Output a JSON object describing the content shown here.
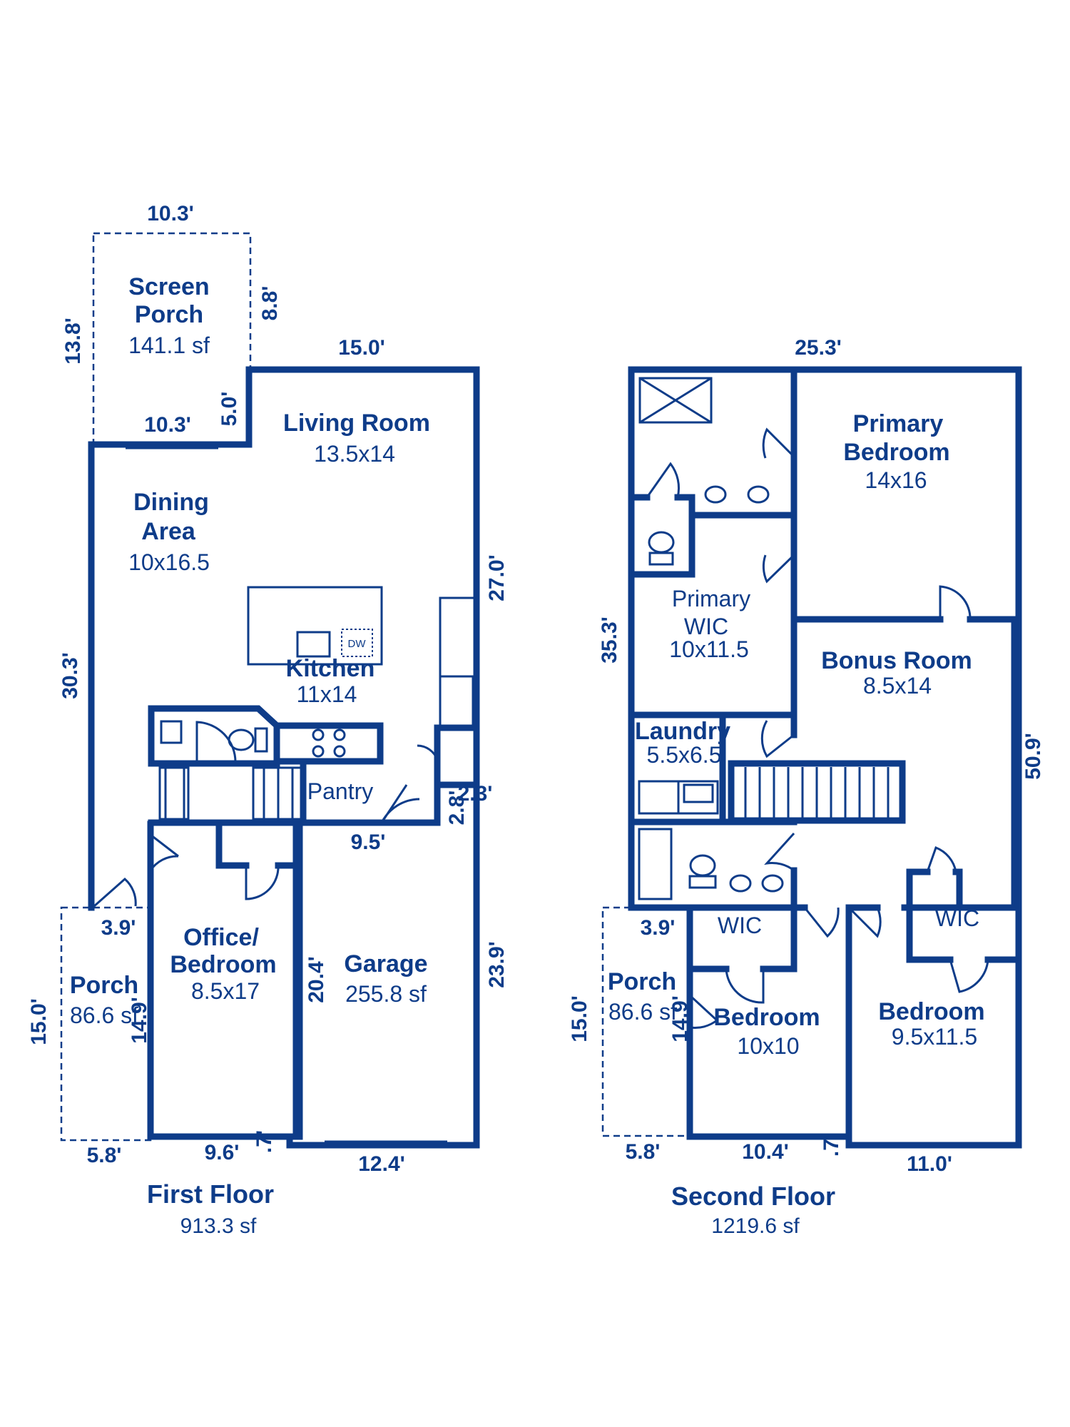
{
  "colors": {
    "plan_blue": "#0E3C89",
    "background": "#FFFFFF"
  },
  "first_floor": {
    "title": "First Floor",
    "area": "913.3 sf",
    "rooms": {
      "screen_porch": {
        "name1": "Screen",
        "name2": "Porch",
        "size": "141.1 sf"
      },
      "living_room": {
        "name": "Living Room",
        "size": "13.5x14"
      },
      "dining_area": {
        "name1": "Dining",
        "name2": "Area",
        "size": "10x16.5"
      },
      "kitchen": {
        "name": "Kitchen",
        "size": "11x14"
      },
      "pantry": {
        "name": "Pantry"
      },
      "office": {
        "name1": "Office/",
        "name2": "Bedroom",
        "size": "8.5x17"
      },
      "garage": {
        "name": "Garage",
        "size": "255.8 sf"
      },
      "porch": {
        "name": "Porch",
        "size": "86.6 sf"
      }
    },
    "appliance_dw": "DW",
    "dims": {
      "screen_top": "10.3'",
      "screen_side": "8.8'",
      "screen_left": "13.8'",
      "screen_bottom": "10.3'",
      "step": "5.0'",
      "top": "15.0'",
      "right_upper": "27.0'",
      "left": "30.3'",
      "pantry_bottom": "9.5'",
      "small_a": "2.8'",
      "small_b": "2.3'",
      "porch_top": "3.9'",
      "porch_side": "15.0'",
      "porch_inner": "14.9'",
      "porch_bottom": "5.8'",
      "office_bottom": "9.6'",
      "tiny": ".7'",
      "garage_side": "20.4'",
      "right_lower": "23.9'",
      "garage_bottom": "12.4'"
    }
  },
  "second_floor": {
    "title": "Second Floor",
    "area": "1219.6 sf",
    "rooms": {
      "primary_bedroom": {
        "name1": "Primary",
        "name2": "Bedroom",
        "size": "14x16"
      },
      "primary_wic": {
        "name1": "Primary",
        "name2": "WIC",
        "size": "10x11.5"
      },
      "bonus_room": {
        "name": "Bonus Room",
        "size": "8.5x14"
      },
      "laundry": {
        "name": "Laundry",
        "size": "5.5x6.5"
      },
      "wic_left": {
        "name": "WIC"
      },
      "wic_right": {
        "name": "WIC"
      },
      "bedroom_left": {
        "name": "Bedroom",
        "size": "10x10"
      },
      "bedroom_right": {
        "name": "Bedroom",
        "size": "9.5x11.5"
      },
      "porch": {
        "name": "Porch",
        "size": "86.6 sf"
      }
    },
    "dims": {
      "top": "25.3'",
      "left": "35.3'",
      "right": "50.9'",
      "porch_top": "3.9'",
      "porch_side": "15.0'",
      "porch_inner": "14.9'",
      "porch_bottom": "5.8'",
      "bed_bottom": "10.4'",
      "tiny": ".7'",
      "right_bottom": "11.0'"
    }
  }
}
